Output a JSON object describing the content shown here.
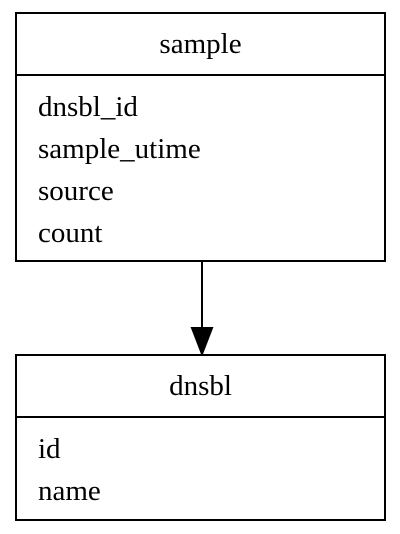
{
  "entities": {
    "sample": {
      "name": "sample",
      "fields": [
        "dnsbl_id",
        "sample_utime",
        "source",
        "count"
      ]
    },
    "dnsbl": {
      "name": "dnsbl",
      "fields": [
        "id",
        "name"
      ]
    }
  },
  "relations": [
    {
      "from": "sample",
      "to": "dnsbl"
    }
  ]
}
